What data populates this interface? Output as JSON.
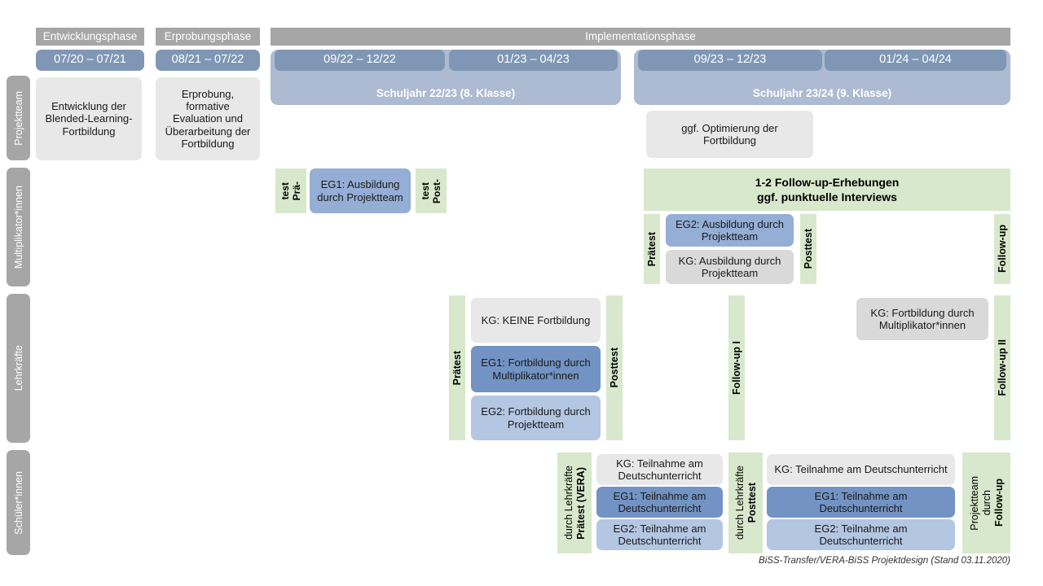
{
  "diagram": {
    "footnote": "BiSS-Transfer/VERA-BiSS Projektdesign (Stand 03.11.2020)"
  },
  "colors": {
    "phase_bar": "#a6a6a6",
    "period_pill": "#7f97b5",
    "year_panel": "#acbad2",
    "row_label": "#a6a6a6",
    "green_strip": "#d8e8cc",
    "grey_box": "#e8e8e8",
    "grey_box_alt": "#d9d9d9",
    "blue_dark": "#7293c4",
    "blue_mid": "#94aed5",
    "blue_light": "#b3c6e2"
  },
  "phases": [
    {
      "label": "Entwicklungsphase"
    },
    {
      "label": "Erprobungsphase"
    },
    {
      "label": "Implementationsphase"
    }
  ],
  "periods": [
    {
      "label": "07/20 – 07/21"
    },
    {
      "label": "08/21 – 07/22"
    },
    {
      "label": "09/22 – 12/22"
    },
    {
      "label": "01/23 – 04/23"
    },
    {
      "label": "09/23 – 12/23"
    },
    {
      "label": "01/24 – 04/24"
    }
  ],
  "school_years": [
    {
      "label": "Schuljahr 22/23 (8. Klasse)"
    },
    {
      "label": "Schuljahr 23/24 (9. Klasse)"
    }
  ],
  "rows": [
    {
      "label": "Projektteam"
    },
    {
      "label": "Multiplikator*innen"
    },
    {
      "label": "Lehrkräfte"
    },
    {
      "label": "Schüler*innen"
    }
  ],
  "projektteam": {
    "entwicklung": "Entwicklung der Blended-Learning-Fortbildung",
    "erprobung": "Erprobung, formative Evaluation und Überarbeitung der Fortbildung",
    "optimierung": "ggf. Optimierung der Fortbildung"
  },
  "multiplikatoren": {
    "praetest_short_line1": "Prä-",
    "praetest_short_line2": "test",
    "posttest_short_line1": "Post-",
    "posttest_short_line2": "test",
    "eg1": "EG1: Ausbildung durch Projektteam",
    "followup_band_line1": "1-2 Follow-up-Erhebungen",
    "followup_band_line2": "ggf. punktuelle Interviews",
    "praetest": "Prätest",
    "posttest": "Posttest",
    "eg2": "EG2: Ausbildung durch Projektteam",
    "kg": "KG: Ausbildung durch Projektteam",
    "followup": "Follow-up"
  },
  "lehrkraefte": {
    "praetest": "Prätest",
    "posttest": "Posttest",
    "kg_keine": "KG: KEINE Fortbildung",
    "eg1": "EG1: Fortbildung durch Multiplikator*innen",
    "eg2": "EG2: Fortbildung durch Projektteam",
    "followup_1": "Follow-up I",
    "followup_2": "Follow-up II",
    "kg_fortbildung": "KG: Fortbildung durch Multiplikator*innen"
  },
  "schuelerinnen": {
    "praetest_bold": "Prätest (VERA)",
    "praetest_reg": "durch Lehrkräfte",
    "posttest_bold": "Posttest",
    "posttest_reg": "durch Lehrkräfte",
    "followup_bold": "Follow-up",
    "followup_reg1": "durch",
    "followup_reg2": "Projektteam",
    "kg": "KG: Teilnahme am Deutschunterricht",
    "eg1": "EG1: Teilnahme am Deutschunterricht",
    "eg2": "EG2: Teilnahme am Deutschunterricht"
  }
}
